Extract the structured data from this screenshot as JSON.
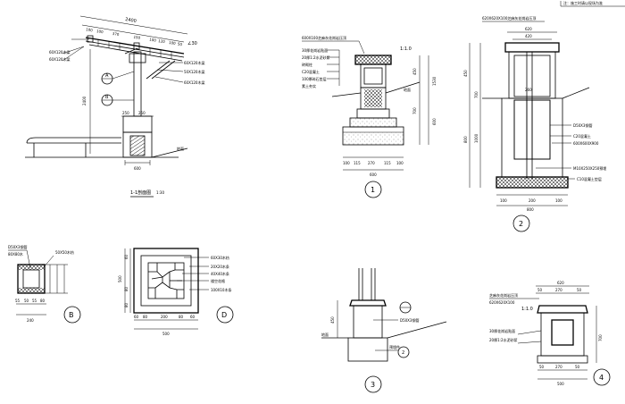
{
  "section_1_1": {
    "title": "1-1剖面图",
    "scale": "1:30",
    "top_dim": "2400",
    "top_subdims": [
      "100",
      "100",
      "370",
      "150",
      "100",
      "120",
      "100",
      "50"
    ],
    "height_dim": "2400",
    "base_dims": [
      "250",
      "250"
    ],
    "width_dim": "600",
    "bubble_a": "A",
    "bubble_b": "B",
    "callouts_left": [
      "60X120木梁",
      "60X120木梁"
    ],
    "callouts_right": [
      "60X120木梁",
      "50X120木梁",
      "60X120木梁"
    ],
    "mark_right": "∠30",
    "grade": "地面"
  },
  "detail_b": {
    "bubble": "B",
    "label_left_top": "D50X3钢管",
    "label_left_2": "80X80木",
    "label_right": "50X50木枋",
    "dims_bottom": [
      "55",
      "50",
      "55",
      "80"
    ],
    "total": "240"
  },
  "detail_d": {
    "bubble": "D",
    "notes": [
      "60X30木枋",
      "20X20木条",
      "40X40木条",
      "镂空花格",
      "100X10木条"
    ],
    "height": "500",
    "dims_left": [
      "60",
      "80",
      "80"
    ],
    "dims_bottom": [
      "60",
      "80",
      "200",
      "80",
      "60"
    ],
    "total": "500"
  },
  "detail_1": {
    "bubble": "1",
    "top_label": "600X100芝麻灰花岗岩压顶",
    "note_lines": [
      "30厚花岗岩贴面",
      "20厚1:2水泥砂浆",
      "砖砌柱",
      "C20混凝土",
      "100厚碎石垫层",
      "素土夯实"
    ],
    "angle": "1:1.0",
    "dims_right": [
      "450",
      "1530",
      "700",
      "600"
    ],
    "grade": "地面",
    "bottom_dims": [
      "100",
      "115",
      "270",
      "115",
      "100"
    ],
    "total": "600"
  },
  "detail_2": {
    "bubble": "2",
    "top_label": "620X620X100芝麻灰花岗岩压顶",
    "dims_top": [
      "620",
      "420"
    ],
    "dims_left": [
      "450",
      "700",
      "800",
      "1000"
    ],
    "notes": [
      "D50X3钢管",
      "C20混凝土",
      "600X600X900",
      "M10X250X250预埋",
      "C10混凝土垫层"
    ],
    "mid_dim": "260",
    "bottom_dims": [
      "100",
      "200",
      "100"
    ],
    "total": "800"
  },
  "detail_3": {
    "bubble": "3",
    "dim_left": "450",
    "note": "D50X3钢管",
    "bubble_small": "2",
    "label": "地面",
    "callout": "预埋件"
  },
  "detail_4": {
    "bubble": "4",
    "dims_top": [
      "620",
      "50",
      "270",
      "50"
    ],
    "top_label": "芝麻灰花岗岩压顶",
    "sub_label": "620X620X100",
    "angle": "1:1.0",
    "notes": [
      "30厚花岗岩贴面",
      "20厚1:2水泥砂浆"
    ],
    "dims_right": [
      "700"
    ],
    "bottom_dims": [
      "50",
      "270",
      "50"
    ],
    "total": "500"
  },
  "corner_note": "注：施工时请以现场为准"
}
